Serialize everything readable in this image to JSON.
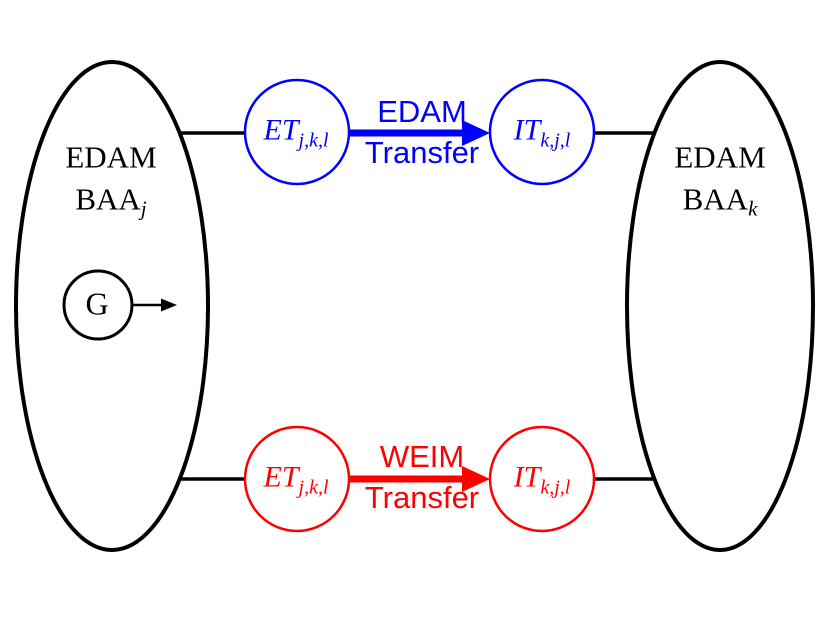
{
  "diagram": {
    "left_baa": {
      "line1": "EDAM",
      "line2_main": "BAA",
      "line2_sub": "j"
    },
    "right_baa": {
      "line1": "EDAM",
      "line2_main": "BAA",
      "line2_sub": "k"
    },
    "generator": {
      "label": "G"
    },
    "edam_transfer": {
      "export_main": "ET",
      "export_sub": "j,k,l",
      "import_main": "IT",
      "import_sub": "k,j,l",
      "label_line1": "EDAM",
      "label_line2": "Transfer"
    },
    "weim_transfer": {
      "export_main": "ET",
      "export_sub": "j,k,l",
      "import_main": "IT",
      "import_sub": "k,j,l",
      "label_line1": "WEIM",
      "label_line2": "Transfer"
    }
  },
  "colors": {
    "edam_blue": "#0000FF",
    "weim_red": "#FF0000",
    "line_black": "#000000",
    "background": "#FFFFFF"
  }
}
